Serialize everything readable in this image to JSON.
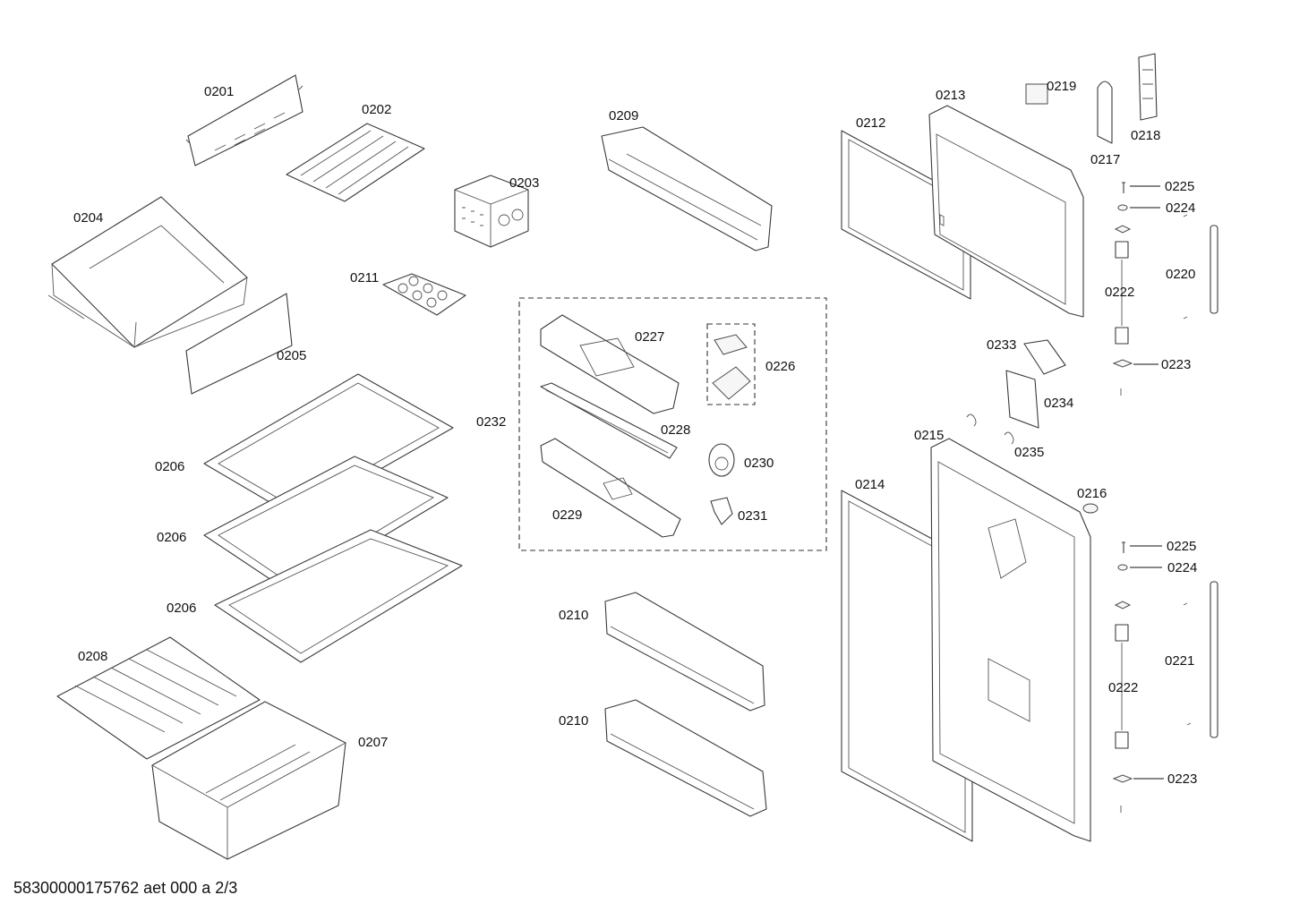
{
  "document_id": "58300000175762 aet 000 a 2/3",
  "callouts": {
    "c0201": "0201",
    "c0202": "0202",
    "c0203": "0203",
    "c0204": "0204",
    "c0205": "0205",
    "c0206a": "0206",
    "c0206b": "0206",
    "c0206c": "0206",
    "c0207": "0207",
    "c0208": "0208",
    "c0209": "0209",
    "c0210a": "0210",
    "c0210b": "0210",
    "c0211": "0211",
    "c0212": "0212",
    "c0213": "0213",
    "c0214": "0214",
    "c0215": "0215",
    "c0216": "0216",
    "c0217": "0217",
    "c0218": "0218",
    "c0219": "0219",
    "c0220": "0220",
    "c0221": "0221",
    "c0222a": "0222",
    "c0222b": "0222",
    "c0223a": "0223",
    "c0223b": "0223",
    "c0224a": "0224",
    "c0224b": "0224",
    "c0225a": "0225",
    "c0225b": "0225",
    "c0226": "0226",
    "c0227": "0227",
    "c0228": "0228",
    "c0229": "0229",
    "c0230": "0230",
    "c0231": "0231",
    "c0232": "0232",
    "c0233": "0233",
    "c0234": "0234",
    "c0235": "0235"
  }
}
